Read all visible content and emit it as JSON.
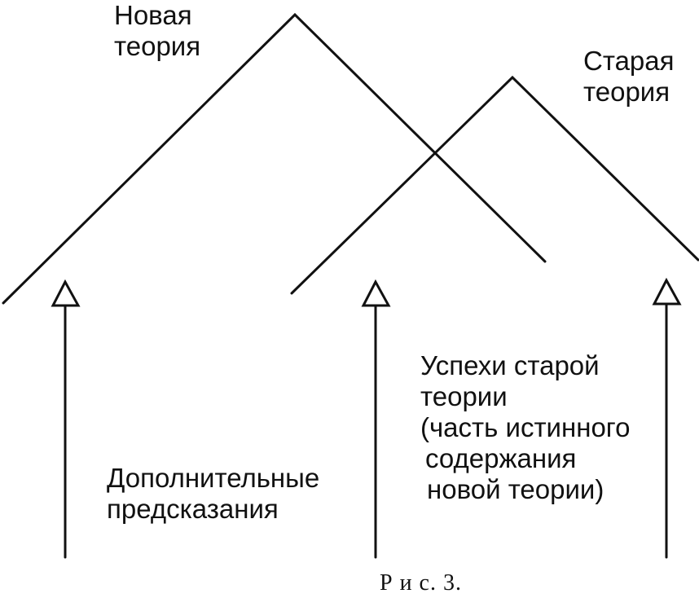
{
  "figure": {
    "caption": "Р и с. 3.",
    "labels": {
      "new_theory": [
        "Новая",
        "теория"
      ],
      "old_theory": [
        "Старая",
        "теория"
      ],
      "additional_predictions": [
        "Дополнительные",
        "предсказания"
      ],
      "old_theory_successes": [
        "Успехи старой",
        "теории",
        "(часть истинного",
        "содержания",
        "новой теории)"
      ]
    },
    "colors": {
      "ink": "#111111",
      "background": "#ffffff"
    },
    "icons": [
      "triangle-arrow-up-icon"
    ]
  }
}
